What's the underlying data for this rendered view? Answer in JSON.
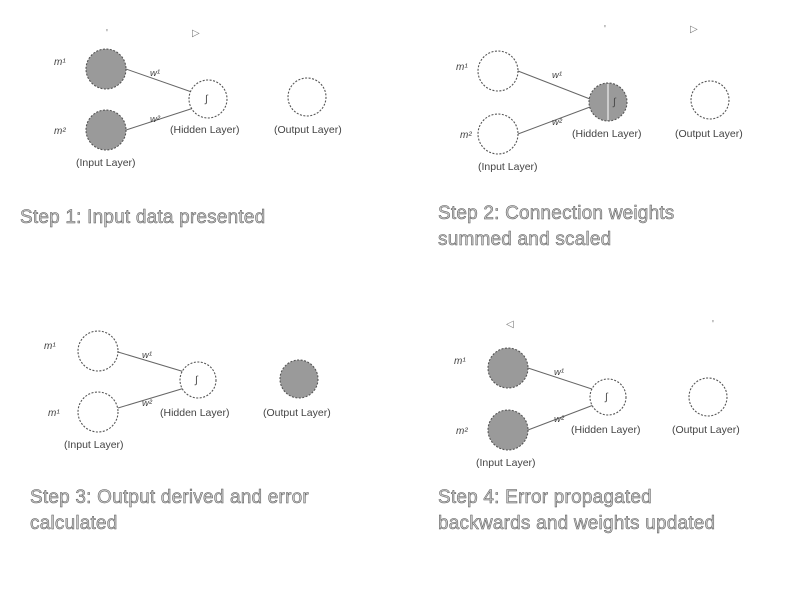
{
  "colors": {
    "active_node": "#9a9a9a",
    "inactive_node": "#ffffff",
    "stroke": "#555555"
  },
  "panels": [
    {
      "caption_line1": "Step 1: Input data presented",
      "caption_line2": "",
      "marker_left": "'",
      "marker_right": "▷",
      "x1_label": "m¹",
      "x2_label": "m²",
      "w1_label": "w¹",
      "w2_label": "w²",
      "f_label": "∫",
      "input_layer": "(Input Layer)",
      "hidden_layer": "(Hidden Layer)",
      "output_layer": "(Output Layer)",
      "active": "input"
    },
    {
      "caption_line1": "Step 2: Connection weights",
      "caption_line2": "summed and scaled",
      "marker_left": "'",
      "marker_right": "▷",
      "x1_label": "m¹",
      "x2_label": "m²",
      "w1_label": "w¹",
      "w2_label": "w²",
      "f_label": "∫",
      "input_layer": "(Input Layer)",
      "hidden_layer": "(Hidden Layer)",
      "output_layer": "(Output Layer)",
      "active": "hidden"
    },
    {
      "caption_line1": "Step 3: Output derived and error",
      "caption_line2": "calculated",
      "marker_left": "",
      "marker_right": "",
      "x1_label": "m¹",
      "x2_label": "m¹",
      "w1_label": "w¹",
      "w2_label": "w²",
      "f_label": "∫",
      "input_layer": "(Input Layer)",
      "hidden_layer": "(Hidden Layer)",
      "output_layer": "(Output Layer)",
      "active": "output"
    },
    {
      "caption_line1": "Step 4: Error propagated",
      "caption_line2": "backwards and weights updated",
      "marker_left": "◁",
      "marker_right": "'",
      "x1_label": "m¹",
      "x2_label": "m²",
      "w1_label": "w¹",
      "w2_label": "w²",
      "f_label": "∫",
      "input_layer": "(Input Layer)",
      "hidden_layer": "(Hidden Layer)",
      "output_layer": "(Output Layer)",
      "active": "input"
    }
  ]
}
